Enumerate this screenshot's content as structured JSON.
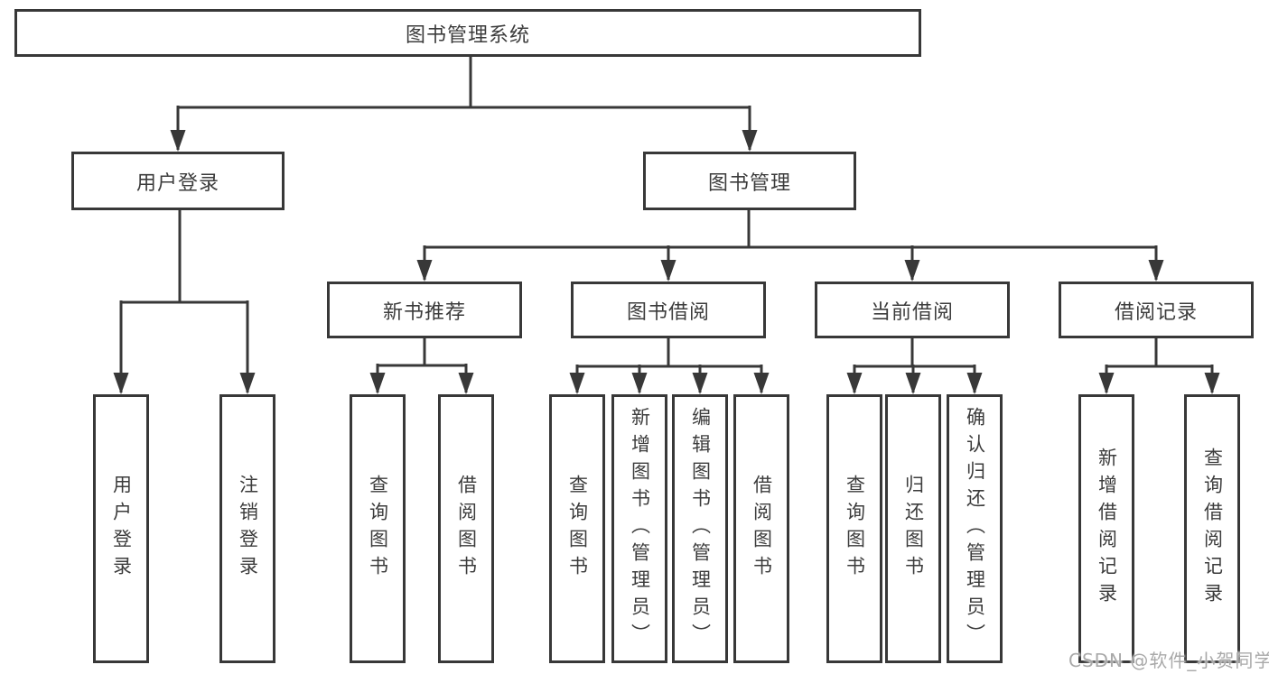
{
  "tree": {
    "root": "图书管理系统",
    "login": {
      "label": "用户登录",
      "children": [
        "用户登录",
        "注销登录"
      ]
    },
    "manage": {
      "label": "图书管理"
    },
    "sections": [
      {
        "label": "新书推荐",
        "children": [
          "查询图书",
          "借阅图书"
        ]
      },
      {
        "label": "图书借阅",
        "children": [
          "查询图书",
          "新增图书（管理员）",
          "编辑图书（管理员）",
          "借阅图书"
        ]
      },
      {
        "label": "当前借阅",
        "children": [
          "查询图书",
          "归还图书",
          "确认归还（管理员）"
        ]
      },
      {
        "label": "借阅记录",
        "children": [
          "新增借阅记录",
          "查询借阅记录"
        ]
      }
    ]
  },
  "colors": {
    "line": "#383838",
    "text": "#3c3c3c",
    "background": "#ffffff",
    "watermark": "#a9a9a9"
  },
  "watermark": "CSDN @软件_小贺同学"
}
